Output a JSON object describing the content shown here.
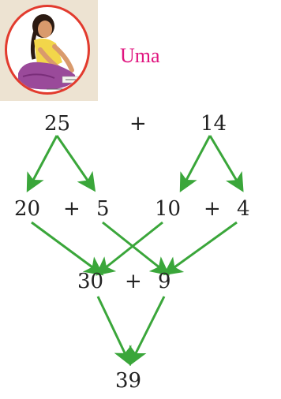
{
  "character": {
    "name": "Uma",
    "name_color": "#e0157f",
    "ring_color": "#e23b2e"
  },
  "arrow_color": "#3aa63a",
  "row1": {
    "left": "25",
    "op": "+",
    "right": "14"
  },
  "row2": {
    "a": "20",
    "op1": "+",
    "b": "5",
    "c": "10",
    "op2": "+",
    "d": "4"
  },
  "row3": {
    "a": "30",
    "op": "+",
    "b": "9"
  },
  "row4": {
    "result": "39"
  }
}
